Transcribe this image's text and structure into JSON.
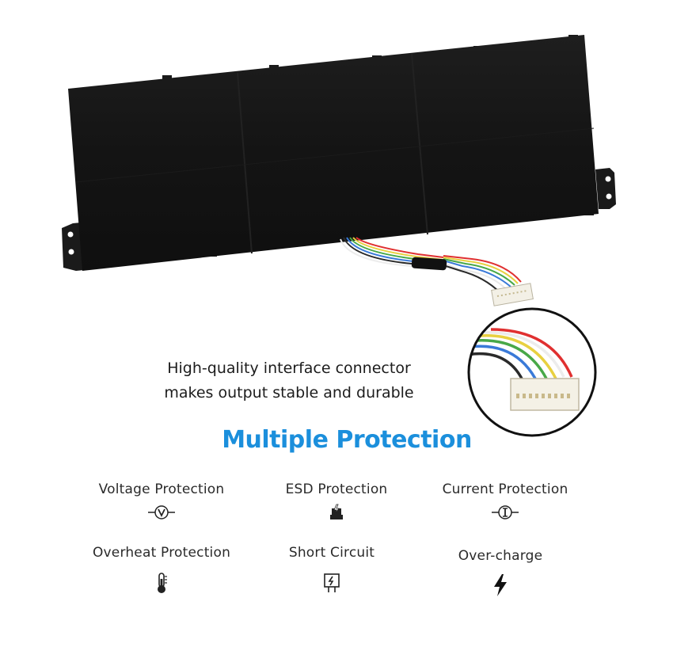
{
  "caption": {
    "line1": "High-quality interface connector",
    "line2": "makes output stable and durable"
  },
  "heading": "Multiple Protection",
  "features": [
    {
      "label": "Voltage Protection",
      "icon": "voltage-icon"
    },
    {
      "label": "ESD Protection",
      "icon": "esd-icon"
    },
    {
      "label": "Current Protection",
      "icon": "current-icon"
    },
    {
      "label": "Overheat Protection",
      "icon": "thermometer-icon"
    },
    {
      "label": "Short Circuit",
      "icon": "short-circuit-icon"
    },
    {
      "label": "Over-charge",
      "icon": "lightning-icon"
    }
  ],
  "colors": {
    "heading": "#1b8fdc",
    "battery": "#161616",
    "text": "#2a2a2a"
  }
}
